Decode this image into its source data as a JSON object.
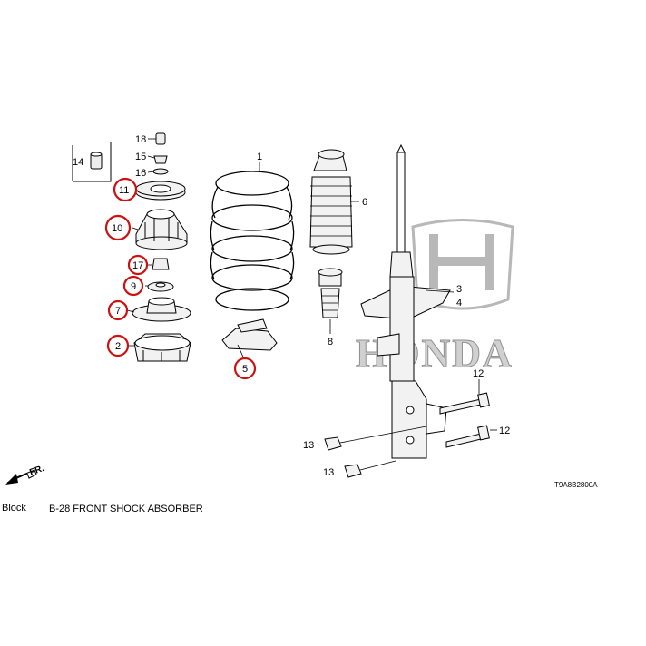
{
  "header": {
    "block_label": "Block",
    "section_title": "B-28 FRONT SHOCK ABSORBER",
    "diagram_code": "T9A8B2800A"
  },
  "watermark": {
    "brand_text": "HONDA"
  },
  "direction_indicator": "FR.",
  "callouts": {
    "c1": "1",
    "c2": "2",
    "c3": "3",
    "c4": "4",
    "c5": "5",
    "c6": "6",
    "c7": "7",
    "c8": "8",
    "c9": "9",
    "c10": "10",
    "c11": "11",
    "c12a": "12",
    "c12b": "12",
    "c13a": "13",
    "c13b": "13",
    "c14": "14",
    "c15": "15",
    "c16": "16",
    "c17": "17",
    "c18": "18"
  },
  "colors": {
    "highlight_circle": "#cc1111",
    "line_art": "#000000",
    "watermark": "#b0b0b0"
  }
}
